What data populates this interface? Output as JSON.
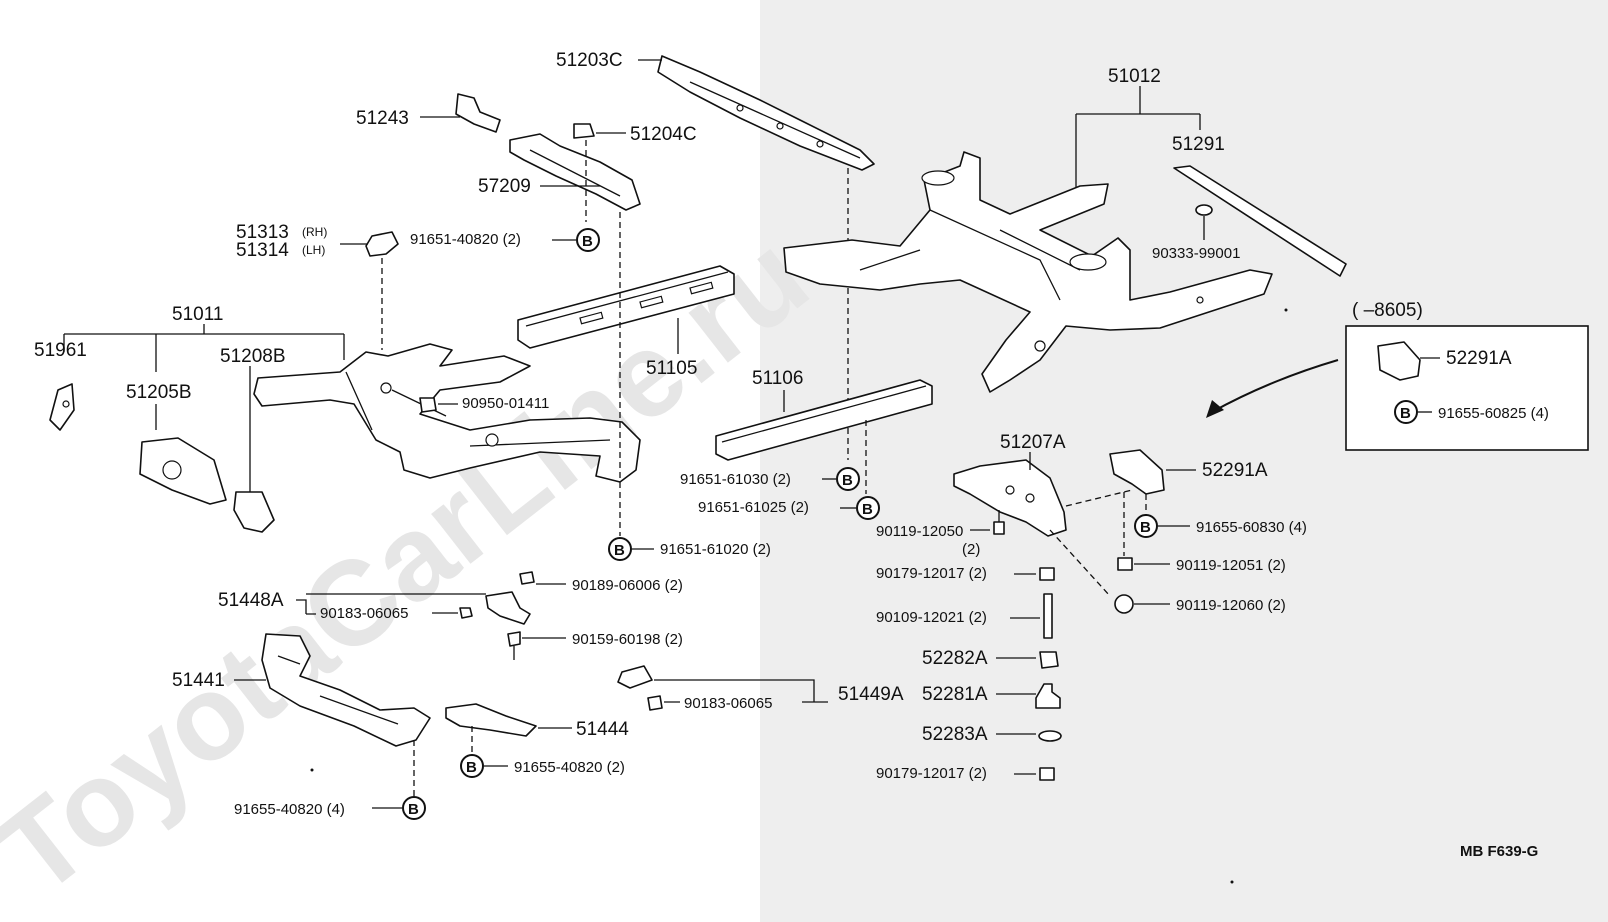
{
  "watermark": "ToyotaCarLine.ru",
  "corner_code": "MB  F639-G",
  "b_marker": "B",
  "inset": {
    "range": "(        –8605)",
    "part": "52291A",
    "bolt": "91655-60825 (4)"
  },
  "labels": {
    "p51203C": "51203C",
    "p51243": "51243",
    "p51204C": "51204C",
    "p57209": "57209",
    "p51313": "51313",
    "rh": "(RH)",
    "p51314": "51314",
    "lh": "(LH)",
    "b91651_40820": "91651-40820 (2)",
    "p51011": "51011",
    "p51961": "51961",
    "p51208B": "51208B",
    "p51205B": "51205B",
    "p51105": "51105",
    "p90950": "90950-01411",
    "p51106": "51106",
    "b91651_61030": "91651-61030 (2)",
    "b91651_61025": "91651-61025 (2)",
    "b91651_61020": "91651-61020 (2)",
    "p90189": "90189-06006 (2)",
    "p51448A": "51448A",
    "p90183a": "90183-06065",
    "p90159": "90159-60198 (2)",
    "p51441": "51441",
    "p90183b": "90183-06065",
    "p51449A": "51449A",
    "p51444": "51444",
    "b91655_40820_2": "91655-40820 (2)",
    "b91655_40820_4": "91655-40820 (4)",
    "p51012": "51012",
    "p51291": "51291",
    "p90333": "90333-99001",
    "p51207A": "51207A",
    "p52291A": "52291A",
    "p90119_12050": "90119-12050",
    "qty2": "(2)",
    "b91655_60830": "91655-60830 (4)",
    "p90179a": "90179-12017 (2)",
    "p90119_12051": "90119-12051 (2)",
    "p90119_12060": "90119-12060 (2)",
    "p90109": "90109-12021 (2)",
    "p52282A": "52282A",
    "p52281A": "52281A",
    "p52283A": "52283A",
    "p90179b": "90179-12017 (2)"
  }
}
